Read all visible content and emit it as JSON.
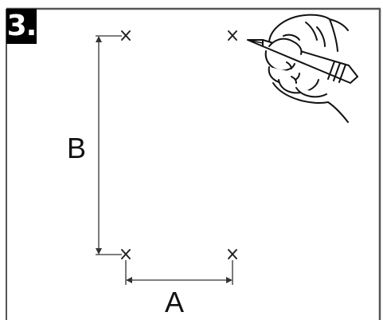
{
  "step": {
    "number": "3."
  },
  "dimensions": {
    "vertical_label": "B",
    "horizontal_label": "A"
  },
  "marks": {
    "symbol": "x",
    "count": 4
  },
  "illustration": {
    "icon": "hand-drawing-with-pencil-icon"
  },
  "colors": {
    "ink": "#111111",
    "badge_background": "#000000",
    "badge_text": "#ffffff",
    "frame": "#555555"
  }
}
